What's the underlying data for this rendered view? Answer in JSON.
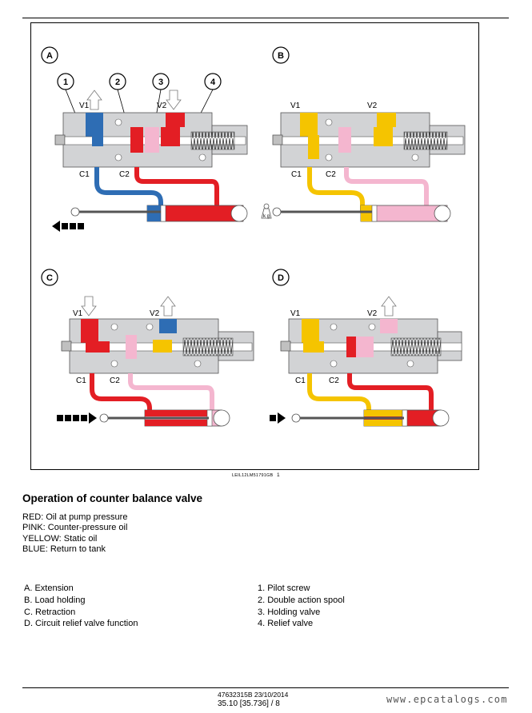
{
  "figure": {
    "code": "LEIL12LM51791GB",
    "number": "1",
    "panels": [
      {
        "id": "A",
        "left_port": "V1",
        "right_port": "V2",
        "c1": "C1",
        "c2": "C2"
      },
      {
        "id": "B",
        "left_port": "V1",
        "right_port": "V2",
        "c1": "C1",
        "c2": "C2",
        "weight_label": "k g"
      },
      {
        "id": "C",
        "left_port": "V1",
        "right_port": "V2",
        "c1": "C1",
        "c2": "C2"
      },
      {
        "id": "D",
        "left_port": "V1",
        "right_port": "V2",
        "c1": "C1",
        "c2": "C2"
      }
    ],
    "callouts": [
      "1",
      "2",
      "3",
      "4"
    ],
    "colors": {
      "red": "#e31e24",
      "blue": "#2e6db4",
      "yellow": "#f5c400",
      "pink": "#f4b6cf",
      "body": "#d2d3d5"
    }
  },
  "title": "Operation of counter balance valve",
  "legend": [
    "RED: Oil at pump pressure",
    "PINK: Counter-pressure oil",
    "YELLOW: Static oil",
    "BLUE: Return to tank"
  ],
  "functions": [
    "A.  Extension",
    "B.  Load holding",
    "C.  Retraction",
    "D.  Circuit relief valve function"
  ],
  "components": [
    "1.  Pilot screw",
    "2.  Double action spool",
    "3.  Holding valve",
    "4.  Relief valve"
  ],
  "footer": {
    "doc_id": "47632315B 23/10/2014",
    "page": "35.10 [35.736] / 8",
    "site": "www.epcatalogs.com"
  }
}
